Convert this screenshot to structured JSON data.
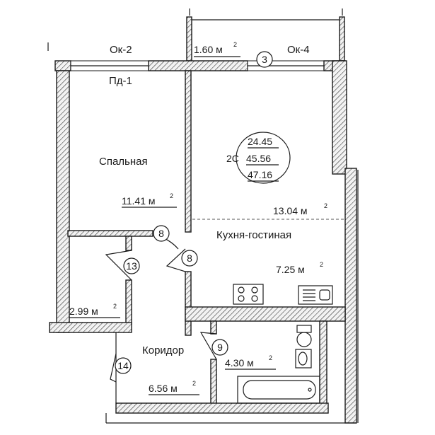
{
  "labels": {
    "window_left": "Ок-2",
    "window_right": "Ок-4",
    "balcony_door": "Пд-1",
    "bedroom": "Спальная",
    "kitchen_living": "Кухня-гостиная",
    "corridor": "Коридор"
  },
  "areas": {
    "balcony": "1.60 м",
    "bedroom": "11.41 м",
    "living": "13.04 м",
    "kitchen": "7.25 м",
    "closet": "2.99 м",
    "bathroom": "4.30 м",
    "corridor": "6.56 м",
    "unit": "2"
  },
  "summary": {
    "living_area": "24.45",
    "type": "2С",
    "total_area": "45.56",
    "total_with_balcony": "47.16"
  },
  "door_marks": {
    "balcony": "3",
    "bedroom": "8",
    "kitchen": "8",
    "closet": "13",
    "bathroom": "9",
    "entrance": "14"
  },
  "colors": {
    "line": "#1a1a1a",
    "background": "#ffffff"
  }
}
